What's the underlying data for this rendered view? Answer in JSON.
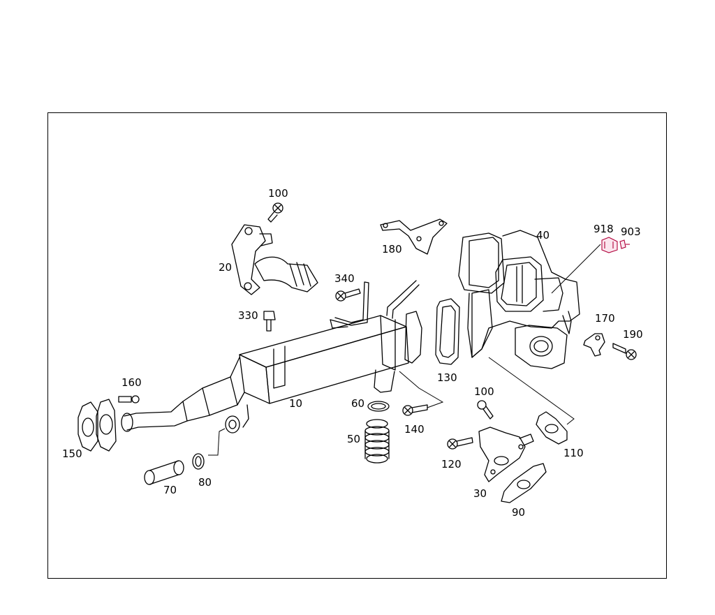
{
  "diagram": {
    "labels": {
      "p100a": "100",
      "p20": "20",
      "p180": "180",
      "p40": "40",
      "p918": "918",
      "p903": "903",
      "p340": "340",
      "p330": "330",
      "p130": "130",
      "p170": "170",
      "p190": "190",
      "p160": "160",
      "p10": "10",
      "p60": "60",
      "p100b": "100",
      "p140": "140",
      "p50": "50",
      "p120": "120",
      "p110": "110",
      "p150": "150",
      "p80": "80",
      "p70": "70",
      "p30": "30",
      "p90": "90"
    },
    "colors": {
      "line": "#000000",
      "highlight": "#b0003a",
      "background": "#ffffff"
    }
  }
}
